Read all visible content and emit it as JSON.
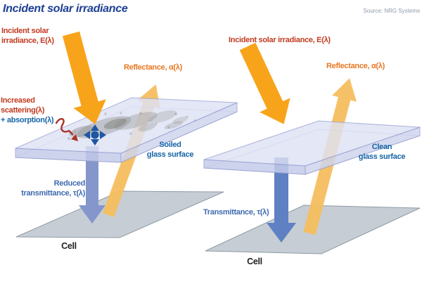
{
  "header": {
    "title": "Incident solar irradiance",
    "source": "Source: NRG Systems"
  },
  "left_panel": {
    "incident_line1": "Incident solar",
    "incident_line2": "irradiance, E(λ)",
    "reflectance": "Reflectance, α(λ)",
    "scattering_line1": "Increased",
    "scattering_line2": "scattering(λ)",
    "absorption": "+ absorption(λ)",
    "surface_line1": "Soiled",
    "surface_line2": "glass surface",
    "transmittance_line1": "Reduced",
    "transmittance_line2": "transmittance, τ(λ)",
    "cell": "Cell"
  },
  "right_panel": {
    "incident": "Incident solar irradiance, E(λ)",
    "reflectance": "Reflectance, α(λ)",
    "surface_line1": "Clean",
    "surface_line2": "glass surface",
    "transmittance": "Transmittance, τ(λ)",
    "cell": "Cell"
  },
  "icons": {
    "scatter": "scatter-arrows-icon",
    "absorption_wave": "zigzag-arrow-icon"
  },
  "colors": {
    "title_navy": "#1C3F94",
    "label_red": "#C23A20",
    "label_orange": "#E87722",
    "label_blue": "#1565A8",
    "transmittance_blue": "#3F6BB0",
    "source_gray": "#8C9AA8",
    "incident_orange": "#F8A41B",
    "reflectance_orange": "#F5BE5E",
    "arrow_blue": "#5F80C2",
    "arrow_blue_muted": "#8496CB",
    "glass_top": "#DEE2F5",
    "glass_front": "#C5CCEA",
    "glass_front2": "#CFD5EE",
    "glass_edge": "#9AA2D2",
    "cell_gray": "#C6CDD4",
    "cell_edge": "#8E9AA4",
    "soil_gray": "#8A8A85",
    "scatter_blue": "#1E56A4",
    "zigzag_red": "#A93226"
  }
}
